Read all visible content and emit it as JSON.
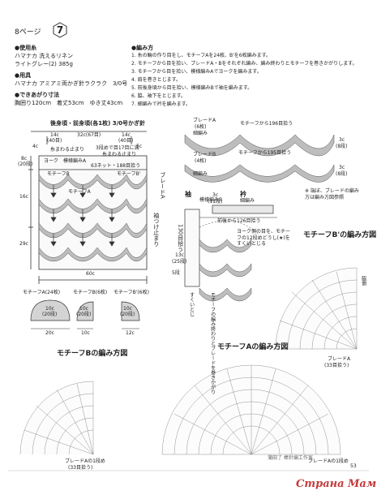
{
  "header": {
    "page_ref": "8ページ",
    "page_number": "7"
  },
  "materials": {
    "yarn_title": "●使用糸",
    "yarn_line1": "ハマナカ 洗えるリネン",
    "yarn_line2": "ライトグレー(2) 385g",
    "tools_title": "●用具",
    "tools_line": "ハマナカ アミアミ両かぎ針ラクラク　3/0号",
    "size_title": "●できあがり寸法",
    "size_line": "胸囲り120cm　着丈53cm　ゆき丈43cm"
  },
  "steps": {
    "title": "●編み方",
    "items": [
      "1. 糸の輪の作り目をし、モチーフAを24枚、B'を6枚編みます。",
      "2. モチーフから目を拾い、ブレードA・Bをそれぞれ編み、編み終わりとモチーフを巻きかがりします。",
      "3. モチーフから目を拾い、模様編みAでヨークを編みます。",
      "4. 肩を巻きとじます。",
      "5. 前後身頃から目を拾い、模様編みBで袖を編みます。",
      "6. 脇、袖下をとじます。",
      "7. 細編みで衿を編みます。"
    ]
  },
  "body_diagram": {
    "title": "後身頃・前身頃(各1枚) 3/0号かぎ針",
    "dim_14c_left": "14c",
    "dim_14c_left_sub": "(40目)",
    "dim_32c": "32c(67目)",
    "dim_14c_right": "14c",
    "dim_14c_right_sub": "(40目)",
    "dim_4c": "4c",
    "dim_5c": "5c",
    "dim_8c": "8c",
    "dim_8c_sub": "(20段)",
    "dim_16c": "16c",
    "dim_29c": "29c",
    "dim_60c": "60c",
    "dec_note": "3段めで目17目に減",
    "tail_left": "糸まわる止まり",
    "tail_right": "糸まわる止まり",
    "yoke": "ヨーク",
    "pattern_a": "模様編みA",
    "net": "63ネット・188目拾う",
    "motif_b": "モチーフB",
    "motif_b2": "モチーフB'",
    "motif_a": "モチーフA",
    "braid_a": "ブレードA",
    "sleeve_opening": "袖つけ止まり"
  },
  "motif_legend": {
    "a_label": "モチーフA(24枚)",
    "b_label": "モチーフB(6枚)",
    "b2_label": "モチーフB'(6枚)",
    "a_dim": "10c",
    "a_dim_sub": "(20段)",
    "a_width": "20c",
    "b_dim": "10c",
    "b_dim_sub": "(20段)",
    "b_width": "10c",
    "b2_dim": "10c",
    "b2_dim_sub": "(20段)",
    "b2_width": "12c"
  },
  "braid_diagram": {
    "a_label": "ブレードA",
    "a_sub": "(6枚)",
    "a_sub2": "細編み",
    "a_pickup": "モチーフから196目拾う",
    "a_right": "3c",
    "a_right_sub": "(8段)",
    "b_label": "ブレードB",
    "b_sub": "(4枚)",
    "b_sub2": "細編み",
    "b_pickup": "モチーフから195目拾う",
    "b_right": "3c",
    "b_right_sub": "(8段)"
  },
  "sleeve": {
    "title": "袖",
    "collar_title": "衿",
    "collar_stitch": "細編み",
    "collar_dim": "3c",
    "collar_dim_sub": "(11段)",
    "pickup_front": "前後から126目拾う",
    "pattern_b": "模様編みB",
    "rows_13": "13c",
    "rows_13_sub": "(25段)",
    "pickup_sleeve": "130目拾う",
    "ratio_note": "5段",
    "note_motif": "ヨーク側の目を、モチーフの12段めどうし(★)をすくいとじる",
    "note_sleeve_end": "モチーフの編み終わりとブレードを巻きかがり",
    "note_sewn": "すくいとじ",
    "braid_note": "※ 端ぼ、ブレードの編み方は編み方図参照"
  },
  "motif_diagrams": {
    "b_prime_title": "モチーフB'の編み方図",
    "b_title": "モチーフBの編み方図",
    "a_title": "モチーフAの編み方図",
    "a_braid_note": "ブレードA",
    "a_braid_row": "(33目拾う)",
    "b_braid_row1": "ブレードAの1段め",
    "b_braid_row2": "(33目拾う)",
    "b_prime_braid_row1": "ブレードAの1段め",
    "b_prime_braid_row2": "(33目拾う)",
    "right_edge_label": "脇側",
    "a_bottom_braid": "ブレードAの1段め",
    "page_footer_num": "53"
  },
  "watermark": {
    "text": "Страна Мам",
    "sub": "蒲田了 棒針编工作室"
  }
}
